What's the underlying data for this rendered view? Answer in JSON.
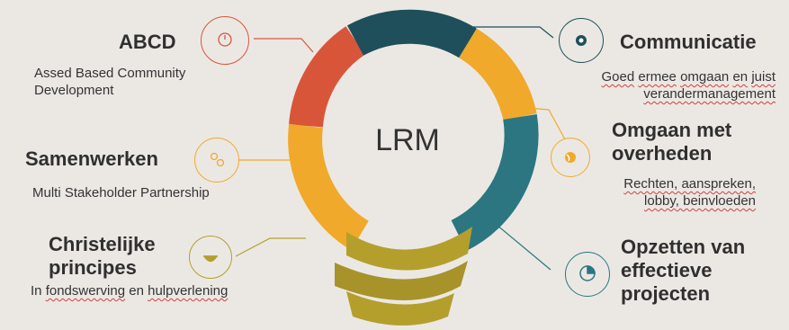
{
  "center": {
    "label": "LRM"
  },
  "colors": {
    "red": "#d9553a",
    "orange": "#f0a92a",
    "teal": "#2b7681",
    "darkteal": "#1e4f5a",
    "olive": "#b49f2c",
    "text": "#2f2f2f"
  },
  "items": [
    {
      "title": "ABCD",
      "description": "Assed Based Community Development",
      "icon": "compass-icon"
    },
    {
      "title": "Samenwerken",
      "description": "Multi Stakeholder Partnership",
      "icon": "link-icon"
    },
    {
      "title_line1": "Christelijke",
      "title_line2": "principes",
      "description_word1": "In",
      "description_word2": "fondswerving",
      "description_word3": "en",
      "description_word4": "hulpverlening",
      "icon": "bowl-icon"
    },
    {
      "title": "Communicatie",
      "description_line1_a": "Goed",
      "description_line1_b": "ermee",
      "description_line1_c": "omgaan",
      "description_line1_d": "en",
      "description_line1_e": "juist",
      "description_line2": "verandermanagement",
      "icon": "target-icon"
    },
    {
      "title_line1": "Omgaan met",
      "title_line2": "overheden",
      "description_line1": "Rechten, aanspreken,",
      "description_line2": "lobby, beinvloeden",
      "icon": "globe-icon"
    },
    {
      "title_line1": "Opzetten van",
      "title_line2": "effectieve",
      "title_line3": "projecten",
      "icon": "pie-chart-icon"
    }
  ]
}
